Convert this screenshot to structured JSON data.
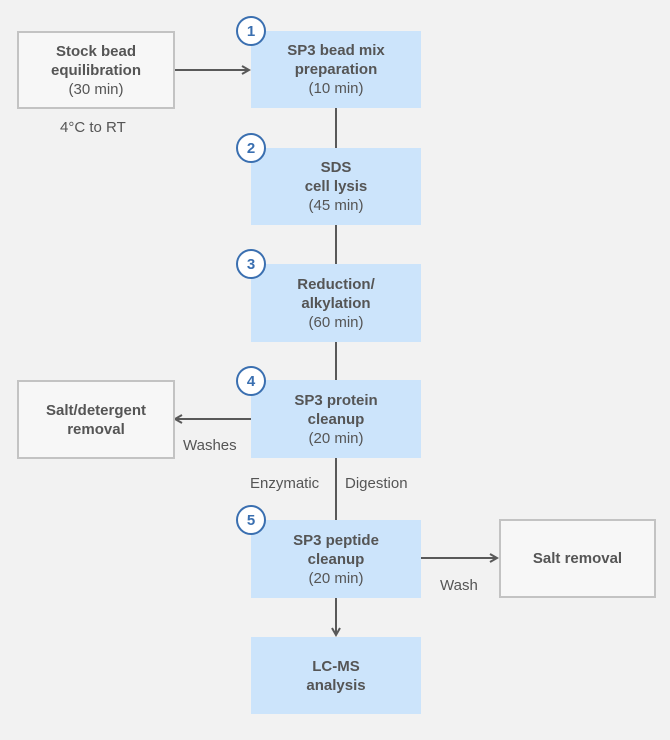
{
  "colors": {
    "step_fill": "#cce4fb",
    "side_fill": "#f7f7f7",
    "side_border": "#c3c3c3",
    "badge": "#3a6fb0",
    "connector": "#595959"
  },
  "steps": [
    {
      "number": "1",
      "title_lines": [
        "SP3 bead mix",
        "preparation"
      ],
      "duration": "(10 min)"
    },
    {
      "number": "2",
      "title_lines": [
        "SDS",
        "cell lysis"
      ],
      "duration": "(45 min)"
    },
    {
      "number": "3",
      "title_lines": [
        "Reduction/",
        "alkylation"
      ],
      "duration": "(60 min)"
    },
    {
      "number": "4",
      "title_lines": [
        "SP3 protein",
        "cleanup"
      ],
      "duration": "(20 min)"
    },
    {
      "number": "5",
      "title_lines": [
        "SP3 peptide",
        "cleanup"
      ],
      "duration": "(20 min)"
    }
  ],
  "final_step": {
    "title_lines": [
      "LC-MS",
      "analysis"
    ]
  },
  "side_boxes": {
    "equilibration": {
      "title_lines": [
        "Stock bead",
        "equilibration"
      ],
      "duration": "(30 min)"
    },
    "salt_detergent": {
      "title_lines": [
        "Salt/detergent",
        "removal"
      ]
    },
    "salt": {
      "title_lines": [
        "Salt removal"
      ]
    }
  },
  "labels": {
    "temperature": "4°C to RT",
    "washes": "Washes",
    "enzymatic": "Enzymatic",
    "digestion": "Digestion",
    "wash": "Wash"
  }
}
